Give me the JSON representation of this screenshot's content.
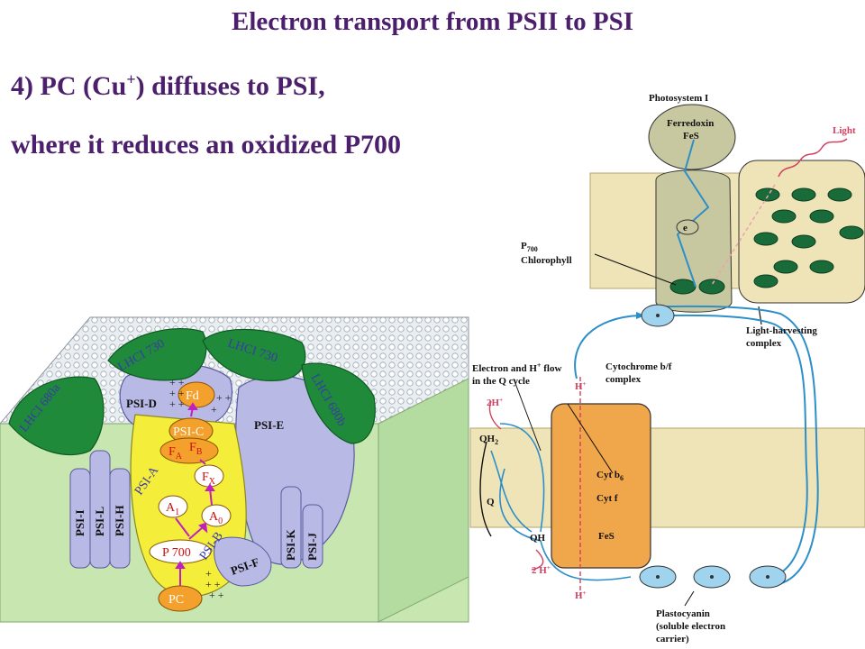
{
  "title": "Electron transport from PSII to PSI",
  "line1": {
    "prefix": "4) PC (Cu",
    "sup": "+",
    "suffix": ") diffuses to PSI,"
  },
  "line2": "where it reduces an oxidized  P700",
  "psi_structure": {
    "lhci_left": "LHCI 680a",
    "lhci_top1": "LHCI 730",
    "lhci_top2": "LHCI 730",
    "lhci_right": "LHCI 680b",
    "psi_d": "PSI-D",
    "psi_e": "PSI-E",
    "psi_c": "PSI-C",
    "psi_a": "PSI-A",
    "psi_b": "PSI-B",
    "psi_f": "PSI-F",
    "psi_i": "PSI-I",
    "psi_l": "PSI-L",
    "psi_h": "PSI-H",
    "psi_k": "PSI-K",
    "psi_j": "PSI-J",
    "fd": "Fd",
    "fa": "F",
    "fa_sub": "A",
    "fb": "F",
    "fb_sub": "B",
    "fx": "F",
    "fx_sub": "X",
    "a1": "A",
    "a1_sub": "1",
    "a0": "A",
    "a0_sub": "0",
    "p700": "P 700",
    "pc": "PC"
  },
  "chain": {
    "photosystem1": "Photosystem I",
    "ferredoxin": "Ferredoxin",
    "fes_top": "FeS",
    "light": "Light",
    "electron": "e",
    "p700_label": "P",
    "p700_sub": "700",
    "chlorophyll": "Chlorophyll",
    "lh_complex_1": "Light-harvesting",
    "lh_complex_2": "complex",
    "flow_1": "Electron and H",
    "flow_1b": " flow",
    "flow_2": "in the Q cycle",
    "cyt_complex_1": "Cytochrome b/f",
    "cyt_complex_2": "complex",
    "h_plus_top": "H",
    "two_h_top": "2H",
    "qh2": "QH",
    "q": "Q",
    "qh": "QH",
    "cyt_b6": "Cyt b",
    "cyt_b6_sub": "6",
    "cyt_f": "Cyt f",
    "fes_bottom": "FeS",
    "two_h_bottom": "2 H",
    "h_plus_bottom": "H",
    "plastocyanin_1": "Plastocyanin",
    "plastocyanin_2": "(soluble electron",
    "plastocyanin_3": "carrier)"
  },
  "colors": {
    "title": "#4b1f6b",
    "psi_label": "#3a3aa8",
    "lhci_green": "#1f8a3a",
    "membrane_green": "#c8e6b0",
    "psi_lavender": "#b9b9e6",
    "core_yellow": "#f4ee3a",
    "cofactor_orange": "#f3a12c",
    "red_label": "#cc1111",
    "arrow_magenta": "#c020c0",
    "cyt_orange": "#f0a64a",
    "blue_arrow": "#2d8fc8",
    "membrane_tan": "#efe3b8",
    "pc_blue": "#9fd3ee"
  }
}
